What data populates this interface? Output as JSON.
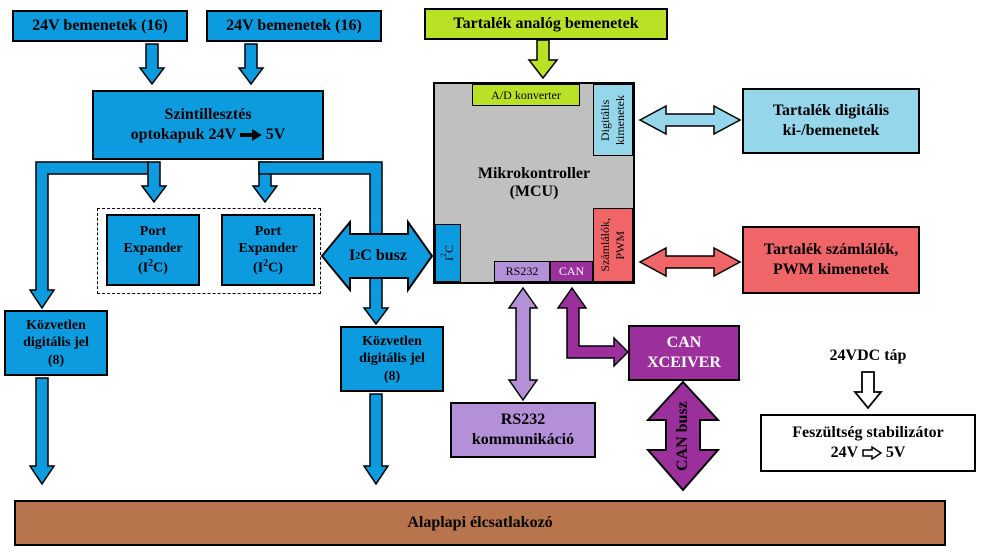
{
  "inputs": {
    "input_a": "24V bemenetek (16)",
    "input_b": "24V bemenetek (16)"
  },
  "level_shifter": {
    "line1": "Szintillesztés",
    "line2": "optokapuk 24V",
    "line2_end": "5V"
  },
  "port_expander": {
    "line1": "Port",
    "line2": "Expander",
    "line3_pre": "(I",
    "line3_sup": "2",
    "line3_post": "C)"
  },
  "direct_digital": {
    "line1": "Közvetlen",
    "line2": "digitális jel",
    "line3": "(8)"
  },
  "i2c_bus": {
    "pre": "I",
    "sup": "2",
    "post": "C busz"
  },
  "analog_input": "Tartalék analóg bemenetek",
  "mcu": {
    "ad_label": "A/D konverter",
    "digital_out_line1": "Digitális",
    "digital_out_line2": "kimenetek",
    "title_line1": "Mikrokontroller",
    "title_line2": "(MCU)",
    "counters_line1": "Számlálók,",
    "counters_line2": "PWM",
    "i2c_pre": "I",
    "i2c_sup": "2",
    "i2c_post": "C",
    "rs232_port": "RS232",
    "can_port": "CAN"
  },
  "spare_digital": {
    "line1": "Tartalék digitális",
    "line2": "ki-/bemenetek"
  },
  "spare_counters": {
    "line1": "Tartalék számlálók,",
    "line2": "PWM kimenetek"
  },
  "can_xceiver": {
    "line1": "CAN",
    "line2": "XCEIVER"
  },
  "rs232_comm": {
    "line1": "RS232",
    "line2": "kommunikáció"
  },
  "can_bus": "CAN busz",
  "power": {
    "supply_label": "24VDC táp",
    "regulator_line1": "Feszültség stabilizátor",
    "regulator_line2_pre": "24V",
    "regulator_line2_post": "5V"
  },
  "motherboard_connector": "Alaplapi élcsatlakozó",
  "colors": {
    "blue": "#0c9bde",
    "light_blue": "#96d6ea",
    "light_green": "#b9e125",
    "red": "#f06568",
    "purple": "#9b2f9c",
    "light_purple": "#b490d9",
    "brown": "#b8744c",
    "mcu_gray": "#c0c0c0"
  }
}
